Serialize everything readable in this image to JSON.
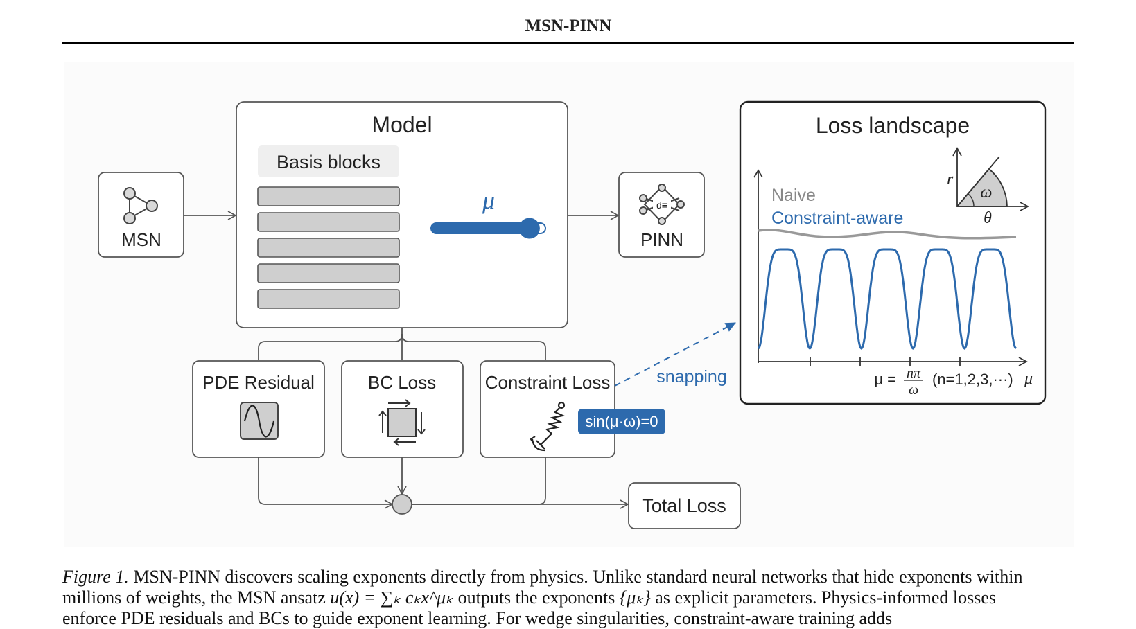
{
  "header": {
    "title": "MSN-PINN"
  },
  "figure": {
    "msn_label": "MSN",
    "pinn_label": "PINN",
    "pinn_icon_glyph": "d≡",
    "model": {
      "title": "Model",
      "basis_label": "Basis blocks",
      "mu_symbol": "μ",
      "slider_value": 0.86
    },
    "losses": {
      "pde": "PDE Residual",
      "bc": "BC Loss",
      "constraint": "Constraint Loss",
      "constraint_badge": "sin(μ·ω)=0",
      "snapping": "snapping",
      "total": "Total Loss"
    },
    "loss_landscape": {
      "title": "Loss landscape",
      "legend_naive": "Naive",
      "legend_constraint": "Constraint-aware",
      "wedge_r": "r",
      "wedge_omega": "ω",
      "wedge_theta": "θ",
      "formula_prefix": "μ =",
      "formula_num": "nπ",
      "formula_den": "ω",
      "formula_suffix": "(n=1,2,3,···)",
      "axis_label": "μ",
      "dip_count": 5
    },
    "colors": {
      "accent": "#2d6aad",
      "naive": "#999999",
      "box_fill": "#cfcfcf",
      "stroke": "#555555"
    }
  },
  "caption": {
    "label": "Figure 1.",
    "line1": "MSN-PINN discovers scaling exponents directly from physics. Unlike standard neural networks that hide exponents within",
    "line2_a": "millions of weights, the MSN ansatz",
    "line2_math1": "u(x) = ∑ₖ cₖx^μₖ",
    "line2_b": "outputs the exponents",
    "line2_math2": "{μₖ}",
    "line2_c": "as explicit parameters. Physics-informed losses",
    "line3": "enforce PDE residuals and BCs to guide exponent learning. For wedge singularities, constraint-aware training adds"
  }
}
